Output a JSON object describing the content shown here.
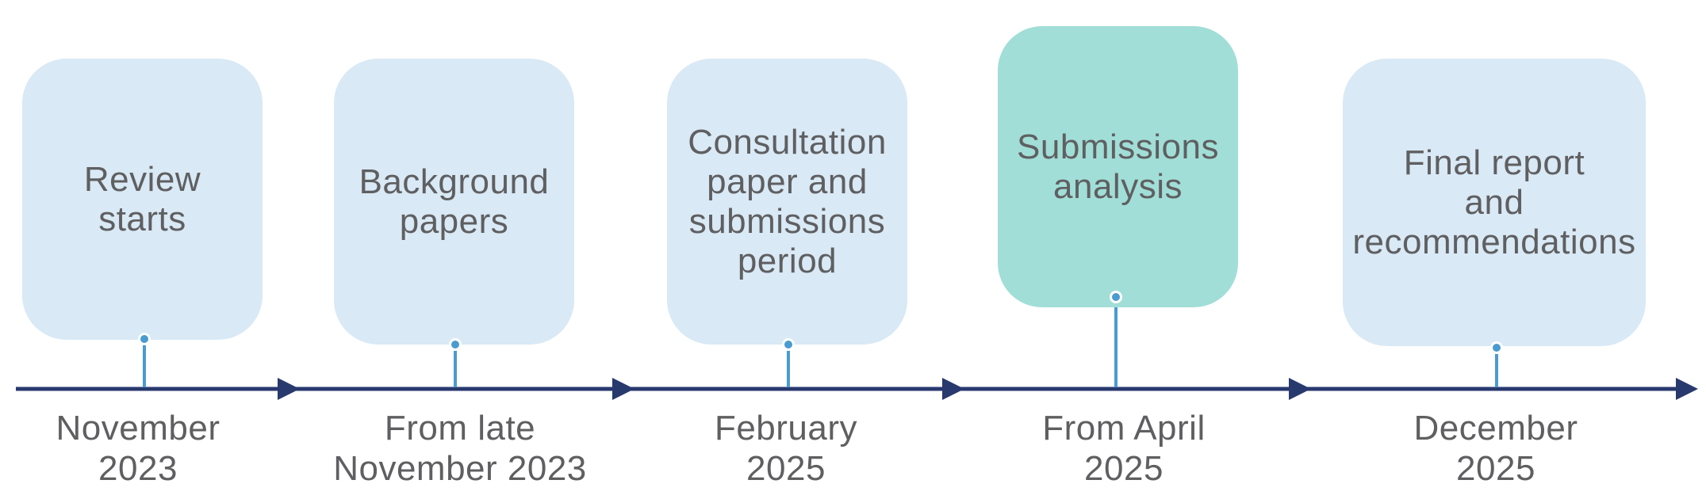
{
  "colors": {
    "box_default": "#d9e9f5",
    "box_current": "#a1ded7",
    "connector": "#4a9bcf",
    "axis": "#28396e",
    "text": "#5f5f61"
  },
  "stages": [
    {
      "label": "Review\nstarts",
      "date": "November\n2023",
      "status": "default"
    },
    {
      "label": "Background\npapers",
      "date": "From late\nNovember 2023",
      "status": "default"
    },
    {
      "label": "Consultation\npaper and\nsubmissions\nperiod",
      "date": "February\n2025",
      "status": "default"
    },
    {
      "label": "Submissions\nanalysis",
      "date": "From April\n2025",
      "status": "current"
    },
    {
      "label": "Final report\nand\nrecommendations",
      "date": "December\n2025",
      "status": "default"
    }
  ]
}
